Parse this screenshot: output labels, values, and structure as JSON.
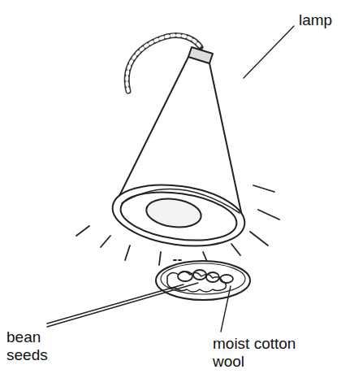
{
  "diagram": {
    "labels": [
      "lamp",
      "bean seeds",
      "moist cotton wool"
    ]
  }
}
